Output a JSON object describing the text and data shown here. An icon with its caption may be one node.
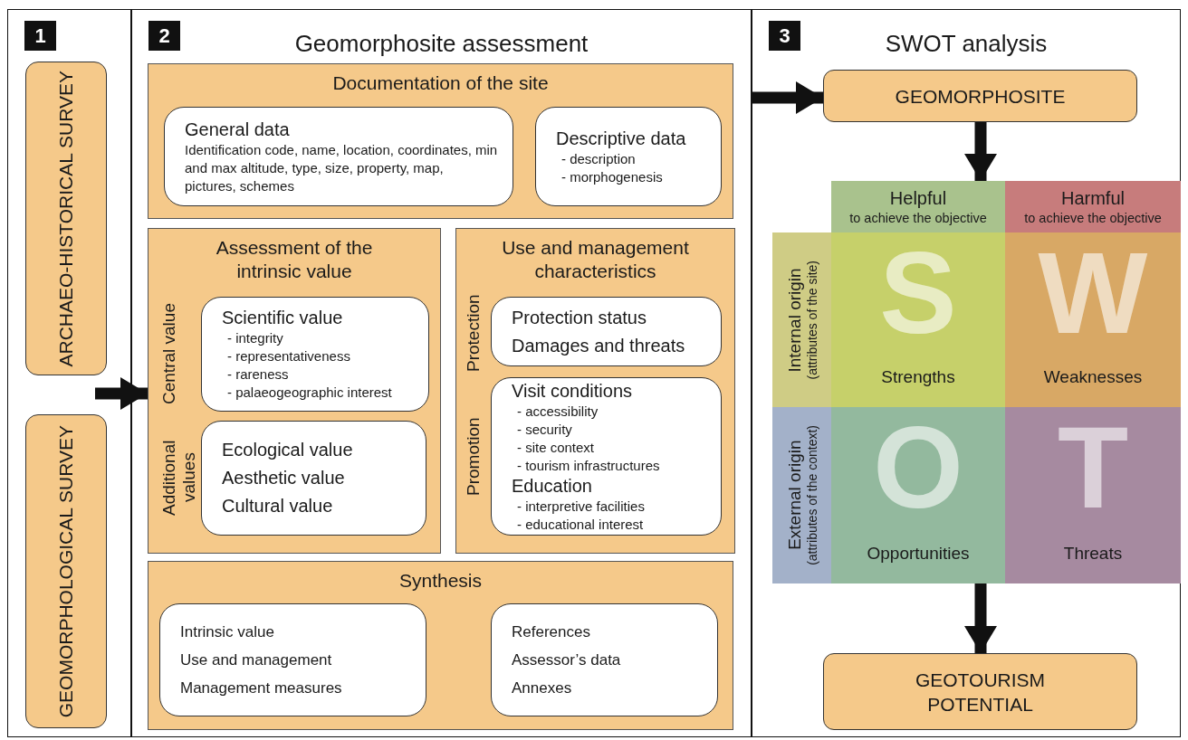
{
  "diagram": {
    "nodes": [
      {
        "text": [
          "1"
        ]
      },
      {
        "text": [
          "ARCHAEO-HISTORICAL SURVEY"
        ],
        "in": 0
      },
      {
        "text": [
          "GEOMORPHOLOGICAL SURVEY"
        ],
        "in": 0
      },
      {
        "text": [
          "2",
          "Geomorphosite assessment"
        ]
      },
      {
        "text": [
          "Documentation of the site"
        ],
        "in": 3
      },
      {
        "text": [
          "General data",
          "Identification code, name, location, coordinates, min and max altitude, type, size, property, map, pictures, schemes"
        ],
        "in": 4
      },
      {
        "text": [
          "Descriptive data",
          "- description",
          "- morphogenesis"
        ],
        "in": 4
      },
      {
        "text": [
          "Assessment of the intrinsic value"
        ],
        "in": 3
      },
      {
        "text": [
          "Scientific value",
          "- integrity",
          "- representativeness",
          "- rareness",
          "- palaeogeographic interest"
        ],
        "beside": [
          "Central value"
        ],
        "in": 7
      },
      {
        "text": [
          "Ecological value",
          "Aesthetic value",
          "Cultural value"
        ],
        "beside": [
          "Additional values"
        ],
        "in": 7
      },
      {
        "text": [
          "Use and management characteristics"
        ],
        "in": 3
      },
      {
        "text": [
          "Protection status",
          "Damages and threats"
        ],
        "beside": [
          "Protection"
        ],
        "in": 10
      },
      {
        "text": [
          "Visit conditions",
          "- accessibility",
          "- security",
          "- site context",
          "- tourism infrastructures",
          "Education",
          "- interpretive facilities",
          "- educational interest"
        ],
        "beside": [
          "Promotion"
        ],
        "in": 10
      },
      {
        "text": [
          "Synthesis"
        ],
        "in": 3
      },
      {
        "text": [
          "Intrinsic value",
          "Use and management",
          "Management measures"
        ],
        "in": 13
      },
      {
        "text": [
          "References",
          "Assessor’s data",
          "Annexes"
        ],
        "in": 13
      },
      {
        "text": [
          "3",
          "SWOT analysis"
        ]
      },
      {
        "text": [
          "GEOMORPHOSITE"
        ],
        "in": 16
      },
      {
        "text": [
          "Helpful",
          "to achieve the objective"
        ],
        "in": 16
      },
      {
        "text": [
          "Harmful",
          "to achieve the objective"
        ],
        "in": 16
      },
      {
        "text": [
          "Internal origin",
          "(attributes of the site)"
        ],
        "in": 16
      },
      {
        "text": [
          "S",
          "Strengths"
        ],
        "in": 16
      },
      {
        "text": [
          "W",
          "Weaknesses"
        ],
        "in": 16
      },
      {
        "text": [
          "External origin",
          "(attributes of the context)"
        ],
        "in": 16
      },
      {
        "text": [
          "O",
          "Opportunities"
        ],
        "in": 16
      },
      {
        "text": [
          "T",
          "Threats"
        ],
        "in": 16
      },
      {
        "text": [
          "GEOTOURISM POTENTIAL"
        ],
        "in": 16
      }
    ],
    "edges": [
      {
        "from": null,
        "to": 7,
        "arrow": "to"
      },
      {
        "from": 3,
        "to": 17,
        "arrow": "to"
      },
      {
        "from": 17,
        "to": 18,
        "arrow": "to"
      },
      {
        "from": 24,
        "to": 26,
        "arrow": "to"
      }
    ]
  }
}
